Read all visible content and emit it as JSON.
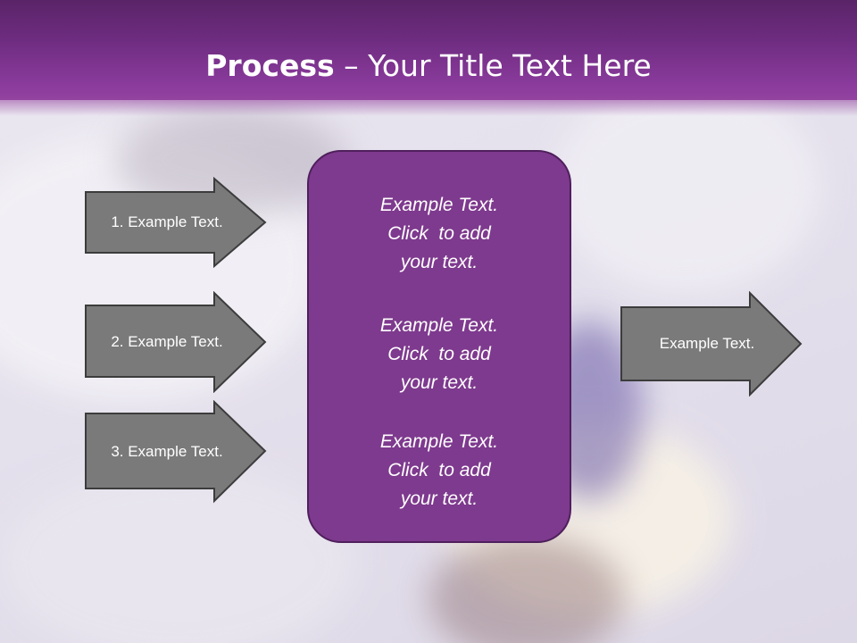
{
  "slide": {
    "title": {
      "bold": "Process",
      "rest": " – Your Title Text Here"
    },
    "left_arrows": [
      {
        "label": "1. Example Text."
      },
      {
        "label": "2. Example Text."
      },
      {
        "label": "3. Example Text."
      }
    ],
    "center_box": {
      "blocks": [
        {
          "line1": "Example Text.",
          "line2": "Click  to add",
          "line3": "your text."
        },
        {
          "line1": "Example Text.",
          "line2": "Click  to add",
          "line3": "your text."
        },
        {
          "line1": "Example Text.",
          "line2": "Click  to add",
          "line3": "your text."
        }
      ]
    },
    "right_arrow": {
      "label": "Example Text."
    }
  },
  "colors": {
    "title_bar": "#6e2c80",
    "center_fill": "#7e3a8e",
    "center_border": "#4f1f5c",
    "arrow_fill": "#7a7a7a",
    "arrow_border": "#3c3c3c",
    "text": "#ffffff"
  }
}
